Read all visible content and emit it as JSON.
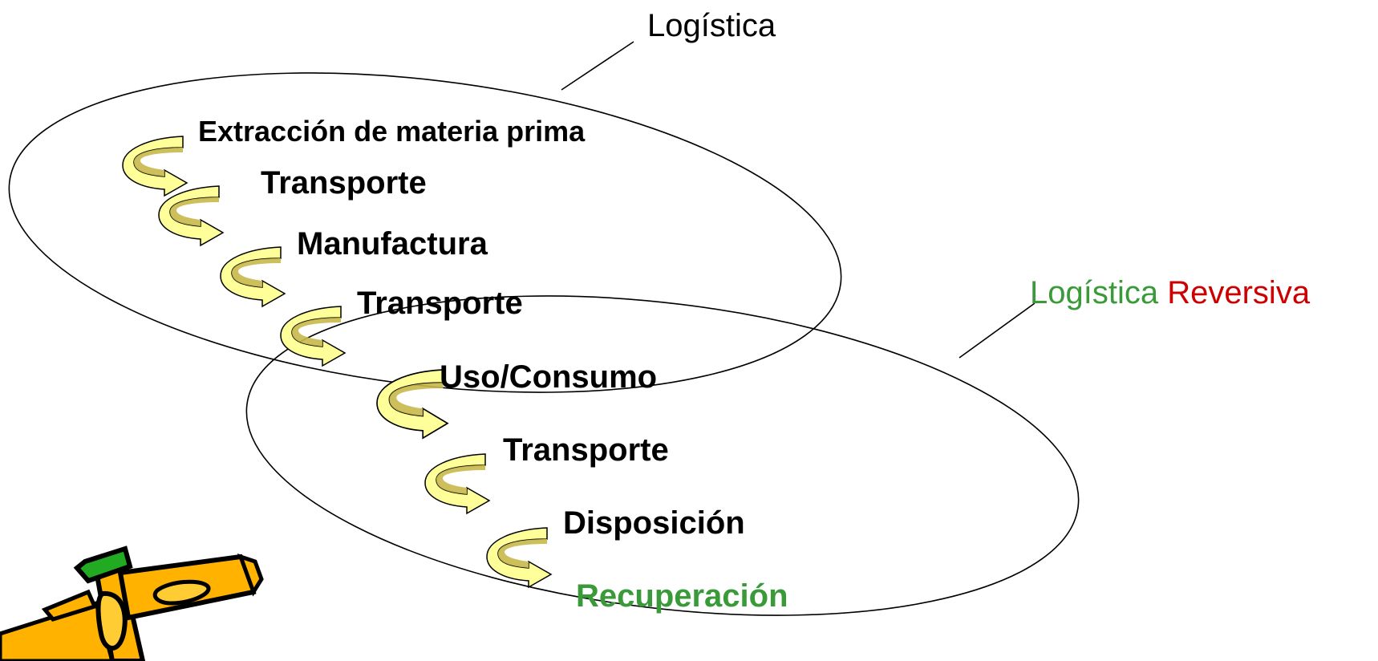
{
  "labels": {
    "logistica": "Logística",
    "logistica_reversiva_part1": "Logística",
    "logistica_reversiva_part2": "Reversiva"
  },
  "steps": [
    {
      "text": "Extracción de materia prima"
    },
    {
      "text": "Transporte"
    },
    {
      "text": "Manufactura"
    },
    {
      "text": "Transporte"
    },
    {
      "text": "Uso/Consumo"
    },
    {
      "text": "Transporte"
    },
    {
      "text": "Disposición"
    },
    {
      "text": "Recuperación"
    }
  ],
  "colors": {
    "arrow_fill": "#ffff99",
    "arrow_shadow": "#b5a642",
    "outline": "#000000",
    "green_text": "#3a9a3a",
    "red_text": "#cc0000",
    "pencil_body": "#ffb300",
    "pencil_eraser": "#22aa22"
  },
  "icons": {
    "arrow": "curved-arrow-icon",
    "pencil": "pencil-clipart-icon"
  }
}
